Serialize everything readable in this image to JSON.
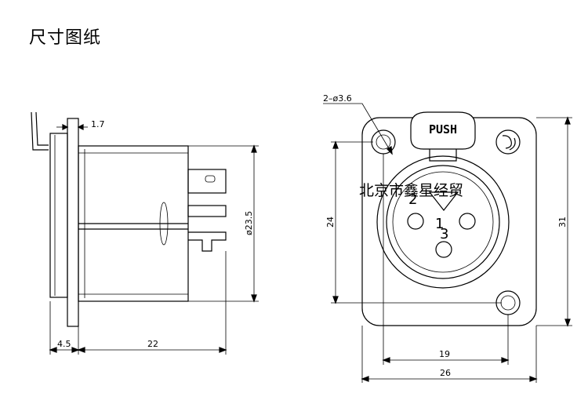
{
  "title": "尺寸图纸",
  "side_view": {
    "dim_flange_thickness": "1.7",
    "dim_diameter": "ø23.5",
    "dim_front_depth": "4.5",
    "dim_body_length": "22"
  },
  "front_view": {
    "dim_holes": "2–ø3.6",
    "latch_label": "PUSH",
    "dim_height_inner": "24",
    "dim_height_outer": "31",
    "dim_width_inner": "19",
    "dim_width_outer": "26",
    "pin_labels": [
      "1",
      "2",
      "3"
    ]
  },
  "watermark": "北京市鑫星经贸"
}
